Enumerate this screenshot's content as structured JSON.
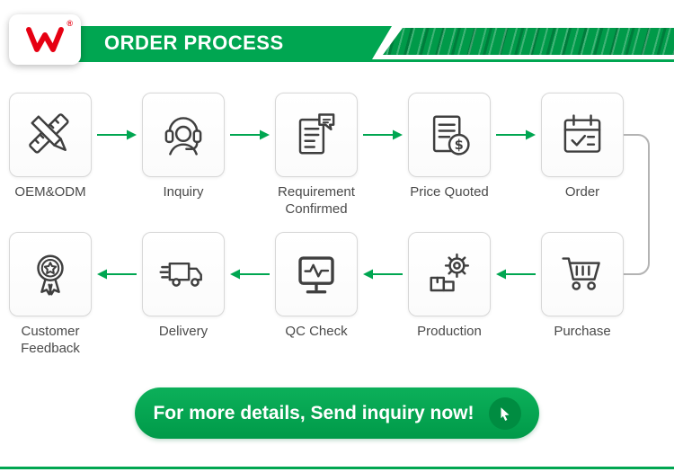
{
  "header": {
    "title": "ORDER PROCESS",
    "logo": {
      "registered_mark": "®",
      "brand_color": "#e60012"
    }
  },
  "flow": {
    "row1": [
      {
        "label": "OEM&ODM",
        "icon": "pencil-ruler-icon"
      },
      {
        "label": "Inquiry",
        "icon": "support-agent-icon"
      },
      {
        "label": "Requirement Confirmed",
        "icon": "document-chat-icon"
      },
      {
        "label": "Price Quoted",
        "icon": "document-dollar-icon"
      },
      {
        "label": "Order",
        "icon": "calendar-check-icon"
      }
    ],
    "row2": [
      {
        "label": "Customer Feedback",
        "icon": "award-ribbon-icon"
      },
      {
        "label": "Delivery",
        "icon": "delivery-truck-icon"
      },
      {
        "label": "QC Check",
        "icon": "monitor-pulse-icon"
      },
      {
        "label": "Production",
        "icon": "gear-boxes-icon"
      },
      {
        "label": "Purchase",
        "icon": "shopping-cart-icon"
      }
    ]
  },
  "icon_glyphs": {
    "dollar": "$"
  },
  "cta": {
    "label": "For more details, Send inquiry now!"
  },
  "colors": {
    "green": "#00a651",
    "dark_green": "#008c41",
    "brand_red": "#e60012",
    "icon_stroke": "#3f3f3f",
    "label_text": "#4a4a4a"
  }
}
